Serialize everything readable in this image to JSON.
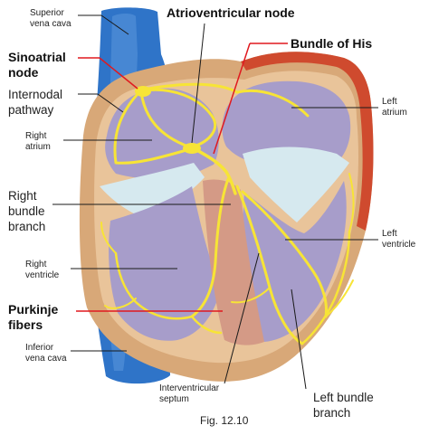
{
  "figure": {
    "caption": "Fig. 12.10",
    "colors": {
      "vessel": "#2f74c8",
      "muscle": "#d8a878",
      "muscle_outer": "#e3a06a",
      "epicardium_red": "#cf4a2e",
      "chamber": "#a79dca",
      "valve": "#d6e9ef",
      "conduction": "#f7e436",
      "normal_leader": "#1a1a1a",
      "highlight_leader": "#e0191f"
    },
    "labels": {
      "superior_vena_cava": [
        "Superior",
        "vena cava"
      ],
      "sinoatrial_node": [
        "Sinoatrial",
        "node"
      ],
      "internodal_pathway": [
        "Internodal",
        "pathway"
      ],
      "right_atrium": [
        "Right",
        "atrium"
      ],
      "right_bundle_branch": [
        "Right",
        "bundle",
        "branch"
      ],
      "right_ventricle": [
        "Right",
        "ventricle"
      ],
      "purkinje_fibers": [
        "Purkinje",
        "fibers"
      ],
      "inferior_vena_cava": [
        "Inferior",
        "vena cava"
      ],
      "atrioventricular_node": "Atrioventricular node",
      "bundle_of_his": "Bundle of His",
      "left_atrium": [
        "Left",
        "atrium"
      ],
      "left_ventricle": [
        "Left",
        "ventricle"
      ],
      "interventricular_septum": [
        "Interventricular",
        "septum"
      ],
      "left_bundle_branch": [
        "Left bundle",
        "branch"
      ]
    }
  }
}
